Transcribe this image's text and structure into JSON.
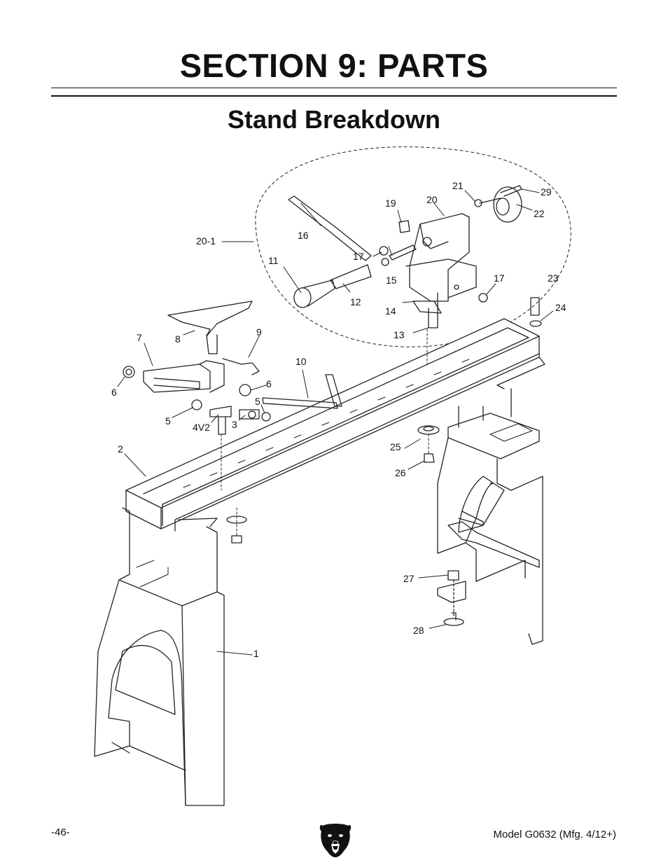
{
  "header": {
    "section_title": "SECTION 9: PARTS",
    "subtitle": "Stand Breakdown"
  },
  "footer": {
    "page_number": "-46-",
    "model_info": "Model G0632 (Mfg. 4/12+)",
    "logo_icon": "grizzly-bear-logo-icon"
  },
  "callouts": {
    "c1": "1",
    "c2": "2",
    "c3": "3",
    "c4v2": "4V2",
    "c5a": "5",
    "c5b": "5",
    "c6a": "6",
    "c6b": "6",
    "c7": "7",
    "c8": "8",
    "c9": "9",
    "c10": "10",
    "c11": "11",
    "c12": "12",
    "c13": "13",
    "c14": "14",
    "c15": "15",
    "c16": "16",
    "c17a": "17",
    "c17b": "17",
    "c19": "19",
    "c20": "20",
    "c20_1": "20-1",
    "c21": "21",
    "c22": "22",
    "c23": "23",
    "c24": "24",
    "c25": "25",
    "c26": "26",
    "c27": "27",
    "c28": "28",
    "c29": "29"
  },
  "colors": {
    "ink": "#111111",
    "paper": "#ffffff"
  }
}
